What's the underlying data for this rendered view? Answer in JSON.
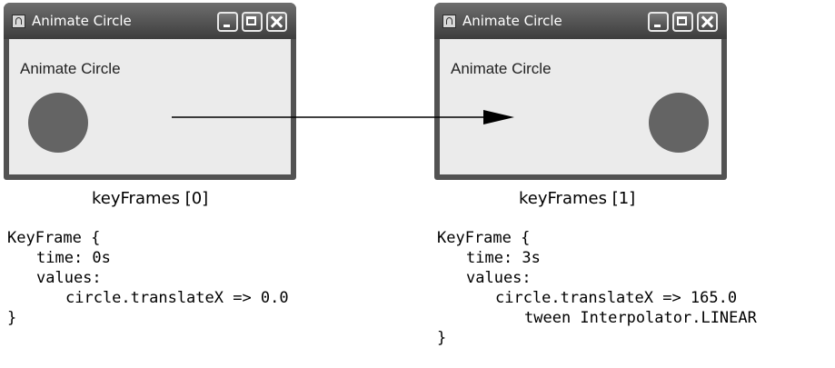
{
  "diagram": {
    "left_window": {
      "title": "Animate Circle",
      "content_label": "Animate Circle",
      "caption": "keyFrames [0]",
      "code": {
        "open": "KeyFrame {",
        "time": "time: 0s",
        "values_label": "values:",
        "value": "circle.translateX => 0.0",
        "close": "}"
      }
    },
    "right_window": {
      "title": "Animate Circle",
      "content_label": "Animate Circle",
      "caption": "keyFrames [1]",
      "code": {
        "open": "KeyFrame {",
        "time": "time: 3s",
        "values_label": "values:",
        "value": "circle.translateX => 165.0",
        "tween": "tween Interpolator.LINEAR",
        "close": "}"
      }
    }
  }
}
